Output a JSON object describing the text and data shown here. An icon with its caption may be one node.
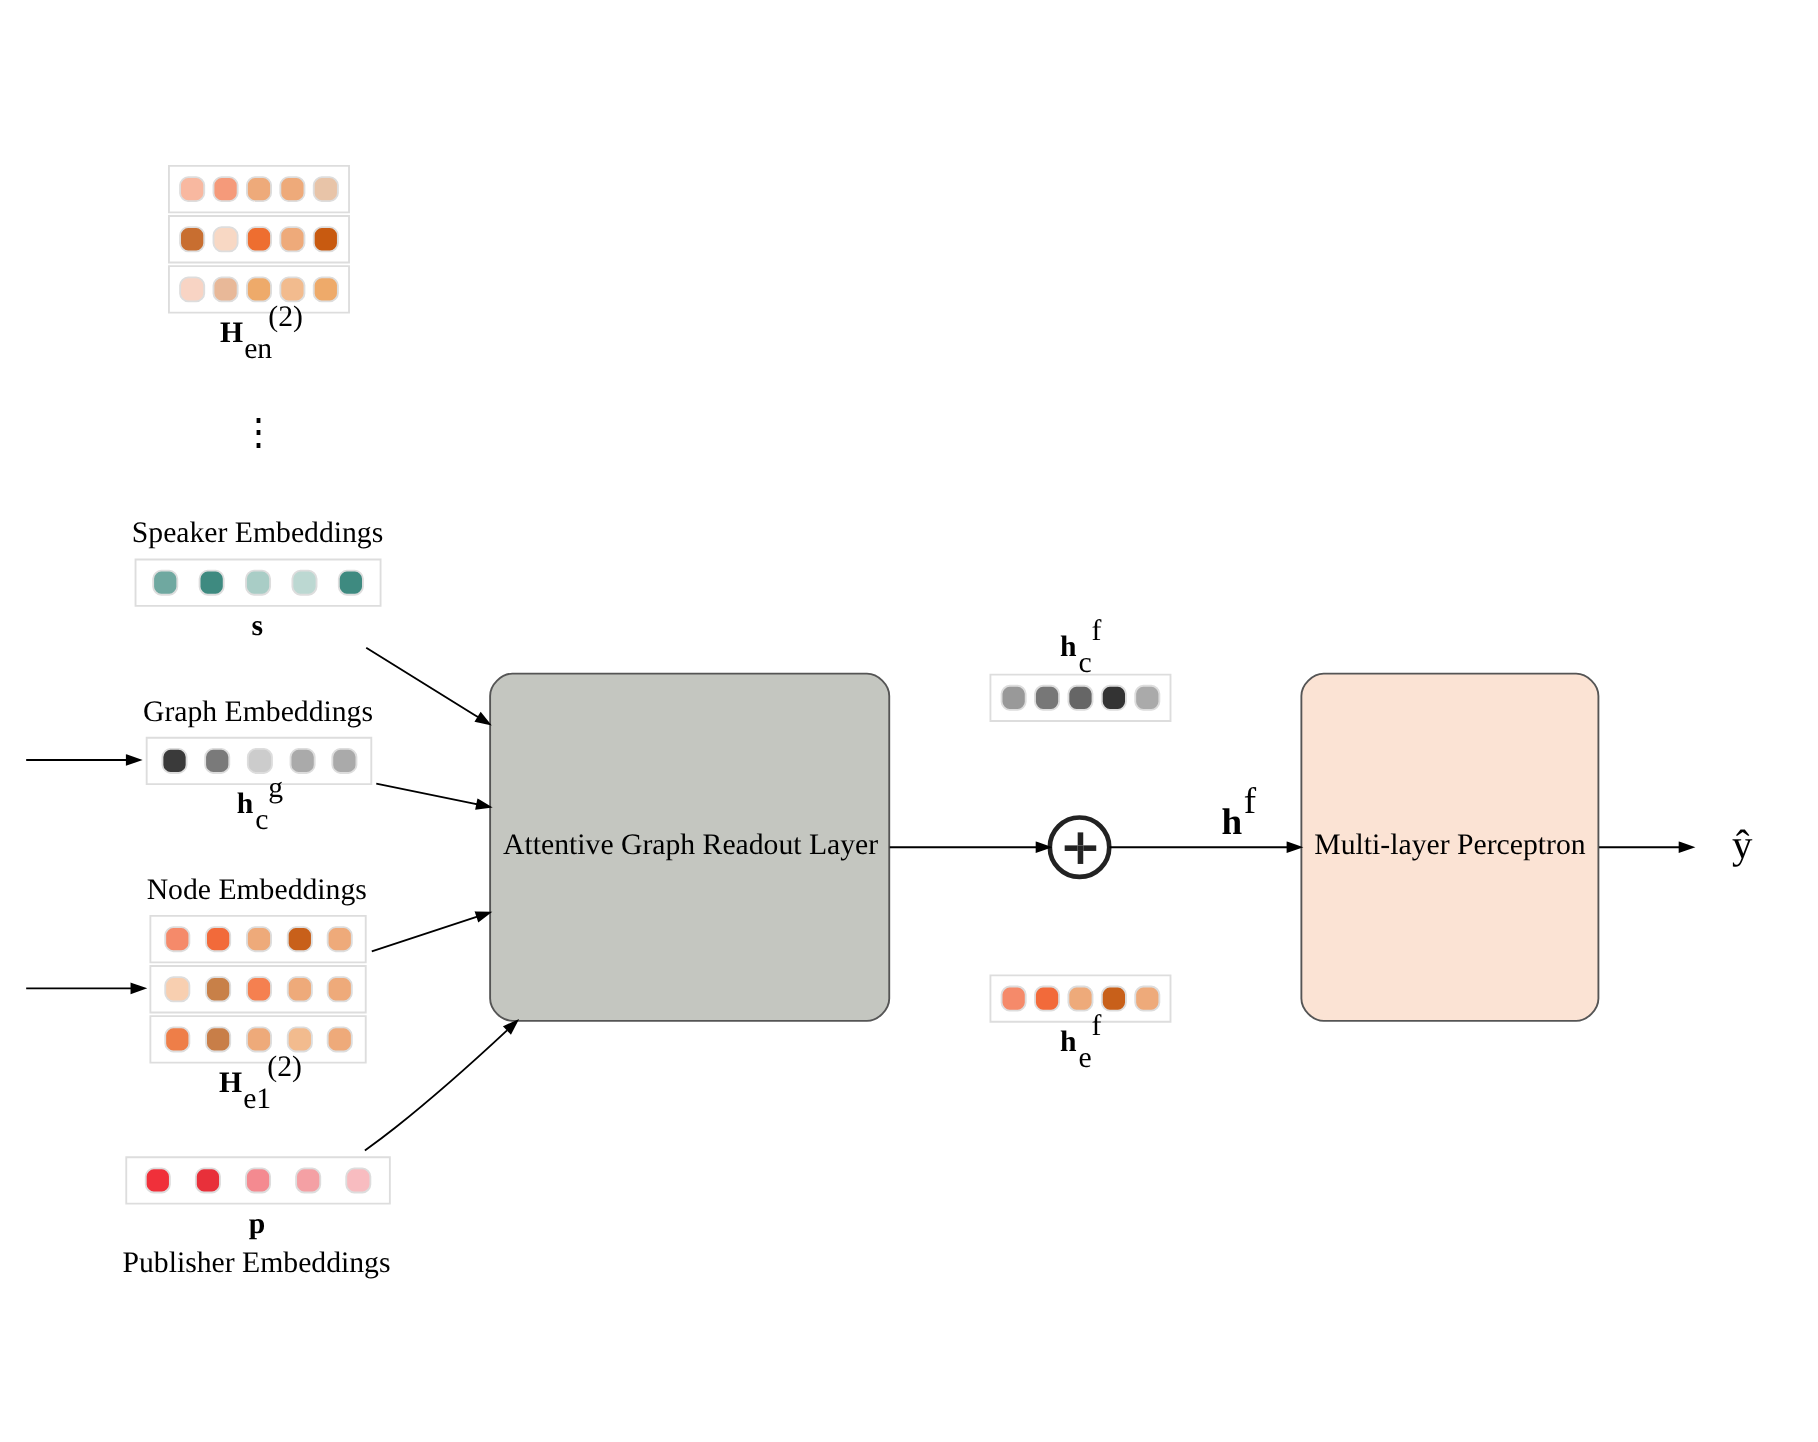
{
  "diagram": {
    "nodes": [
      {
        "text": [
          "Speaker Embeddings",
          "**s**"
        ]
      },
      {
        "text": [
          "Graph Embeddings",
          "**h**$_{c}$$^{g}$"
        ]
      },
      {
        "text": [
          "Node Embeddings",
          "**H**$_{e1}$$^{(2)}$"
        ]
      },
      {
        "text": [
          "**H**$_{en}$$^{(2)}$"
        ]
      },
      {
        "text": [
          "**p**",
          "Publisher Embeddings"
        ]
      },
      {
        "text": [
          "Attentive Graph Readout Layer"
        ]
      },
      {
        "text": [
          "**h**$_{c}$$^{f}$"
        ]
      },
      {
        "text": [],
        "shape": "circle"
      },
      {
        "text": [
          "**h**$_{e}$$^{f}$"
        ]
      },
      {
        "text": [
          "Multi-layer Perceptron"
        ]
      },
      {
        "text": [
          "ŷ"
        ]
      }
    ],
    "edges": [
      {
        "from": null,
        "to": 1,
        "arrow": "to"
      },
      {
        "from": null,
        "to": 2,
        "arrow": "to"
      },
      {
        "from": 0,
        "to": 5,
        "arrow": "to"
      },
      {
        "from": 1,
        "to": 5,
        "arrow": "to"
      },
      {
        "from": 2,
        "to": 5,
        "arrow": "to"
      },
      {
        "from": 4,
        "to": 5,
        "arrow": "to"
      },
      {
        "from": 5,
        "to": 7,
        "arrow": "to"
      },
      {
        "from": 7,
        "to": 9,
        "arrow": "to",
        "label": "**h**$^{f}$"
      },
      {
        "from": 9,
        "to": 10,
        "arrow": "to"
      }
    ],
    "labels": [
      "⋮"
    ]
  }
}
